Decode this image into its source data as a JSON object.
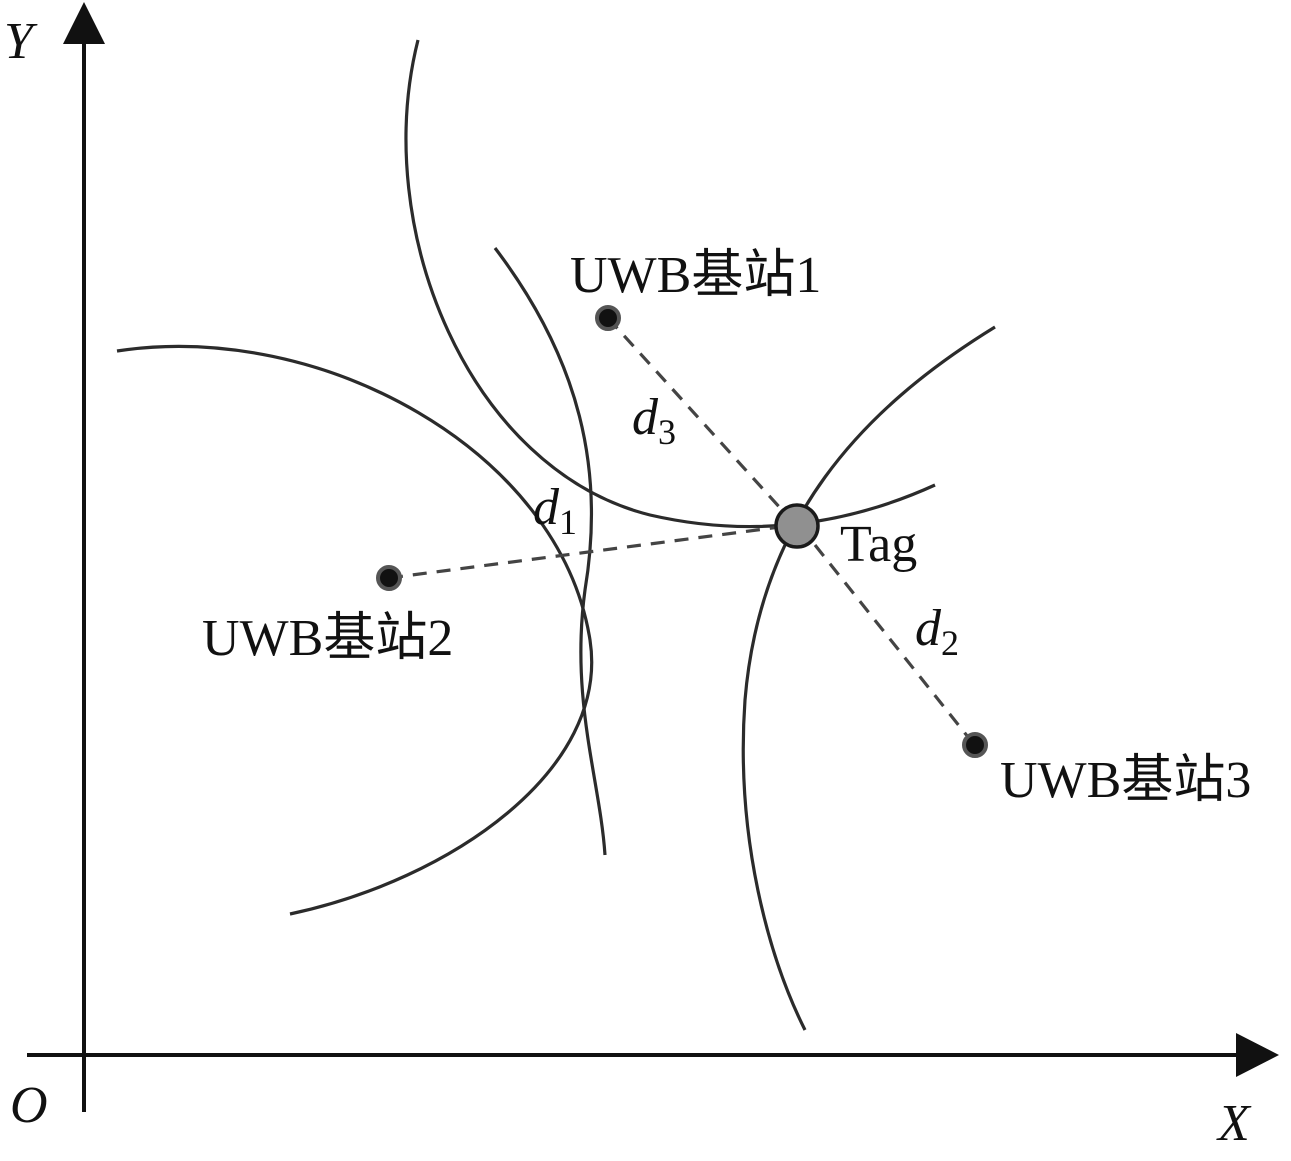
{
  "axes": {
    "y_label": "Y",
    "x_label": "X",
    "origin_label": "O"
  },
  "stations": [
    {
      "label": "UWB基站1"
    },
    {
      "label": "UWB基站2"
    },
    {
      "label": "UWB基站3"
    }
  ],
  "tag": {
    "label": "Tag"
  },
  "distances": [
    {
      "symbol": "d",
      "subscript": "1"
    },
    {
      "symbol": "d",
      "subscript": "2"
    },
    {
      "symbol": "d",
      "subscript": "3"
    }
  ],
  "colors": {
    "line": "#2b2b2b",
    "tag_fill": "#909090",
    "station_fill": "#111111"
  }
}
